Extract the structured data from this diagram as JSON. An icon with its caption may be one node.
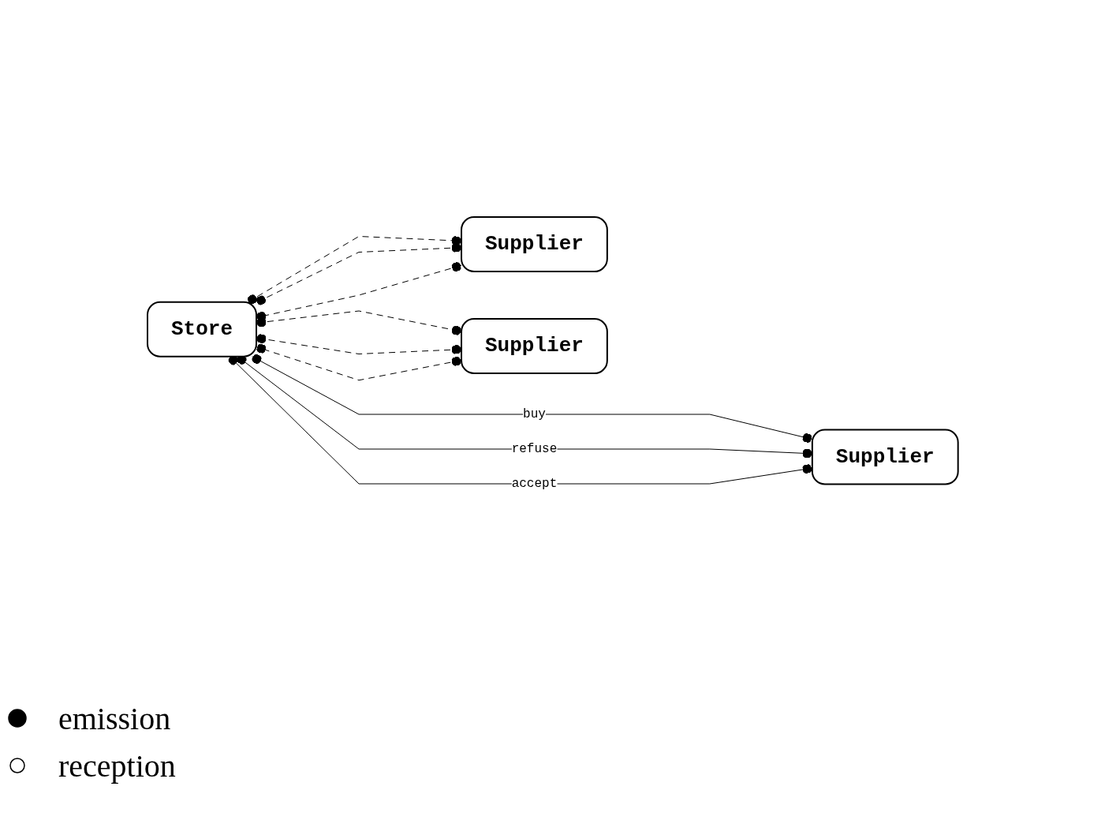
{
  "diagram": {
    "nodes": [
      {
        "text": [
          "Store"
        ]
      },
      {
        "text": [
          "Supplier"
        ]
      },
      {
        "text": [
          "Supplier"
        ]
      },
      {
        "text": [
          "Supplier"
        ]
      }
    ],
    "edges": [
      {
        "from": 0,
        "to": 1,
        "arrow": "other",
        "style": "dashed"
      },
      {
        "from": 1,
        "to": 0,
        "arrow": "other",
        "style": "dashed"
      },
      {
        "from": 1,
        "to": 0,
        "arrow": "other",
        "style": "dashed"
      },
      {
        "from": 0,
        "to": 2,
        "arrow": "other",
        "label": "buy"
      },
      {
        "from": 2,
        "to": 0,
        "arrow": "other",
        "label": "refuse"
      },
      {
        "from": 2,
        "to": 0,
        "arrow": "other",
        "label": "accept"
      },
      {
        "from": 0,
        "to": 3,
        "arrow": "other",
        "style": "dashed"
      },
      {
        "from": 3,
        "to": 0,
        "arrow": "other",
        "style": "dashed"
      },
      {
        "from": 3,
        "to": 0,
        "arrow": "other",
        "style": "dashed"
      }
    ],
    "legend": [
      {
        "text": "emission"
      },
      {
        "text": "reception"
      }
    ]
  }
}
